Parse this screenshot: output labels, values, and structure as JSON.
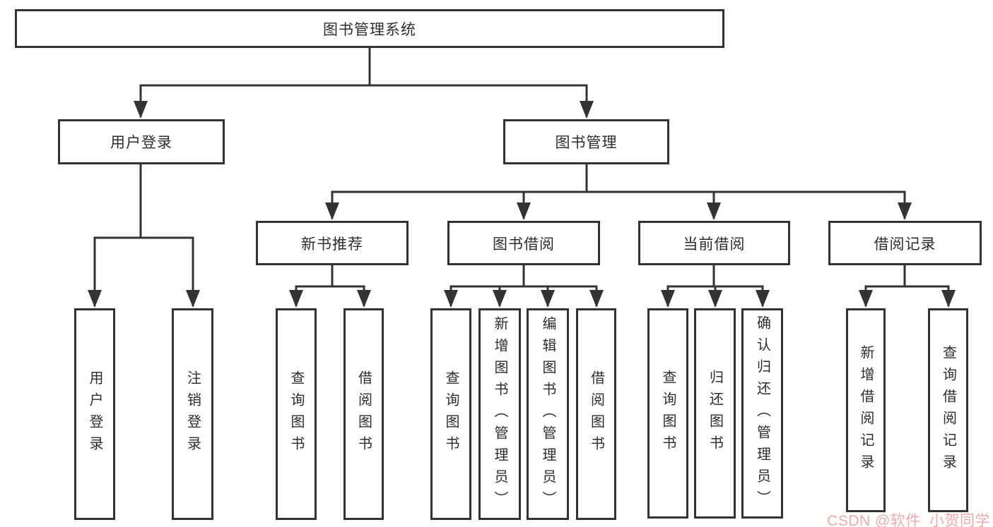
{
  "diagram": {
    "root": {
      "label": "图书管理系统"
    },
    "branches": [
      {
        "label": "用户登录",
        "leaves": [
          {
            "label": "用户登录"
          },
          {
            "label": "注销登录"
          }
        ]
      },
      {
        "label": "图书管理",
        "groups": [
          {
            "label": "新书推荐",
            "leaves": [
              {
                "label": "查询图书"
              },
              {
                "label": "借阅图书"
              }
            ]
          },
          {
            "label": "图书借阅",
            "leaves": [
              {
                "label": "查询图书"
              },
              {
                "label": "新增图书（管理员）"
              },
              {
                "label": "编辑图书（管理员）"
              },
              {
                "label": "借阅图书"
              }
            ]
          },
          {
            "label": "当前借阅",
            "leaves": [
              {
                "label": "查询图书"
              },
              {
                "label": "归还图书"
              },
              {
                "label": "确认归还（管理员）"
              }
            ]
          },
          {
            "label": "借阅记录",
            "leaves": [
              {
                "label": "新增借阅记录"
              },
              {
                "label": "查询借阅记录"
              }
            ]
          }
        ]
      }
    ]
  },
  "watermark": {
    "text": "CSDN @软件_小贺同学",
    "color": "#eeaaaa"
  },
  "colors": {
    "line": "#333333",
    "box_border": "#333333",
    "text": "#2d2d2d",
    "background": "#ffffff"
  }
}
